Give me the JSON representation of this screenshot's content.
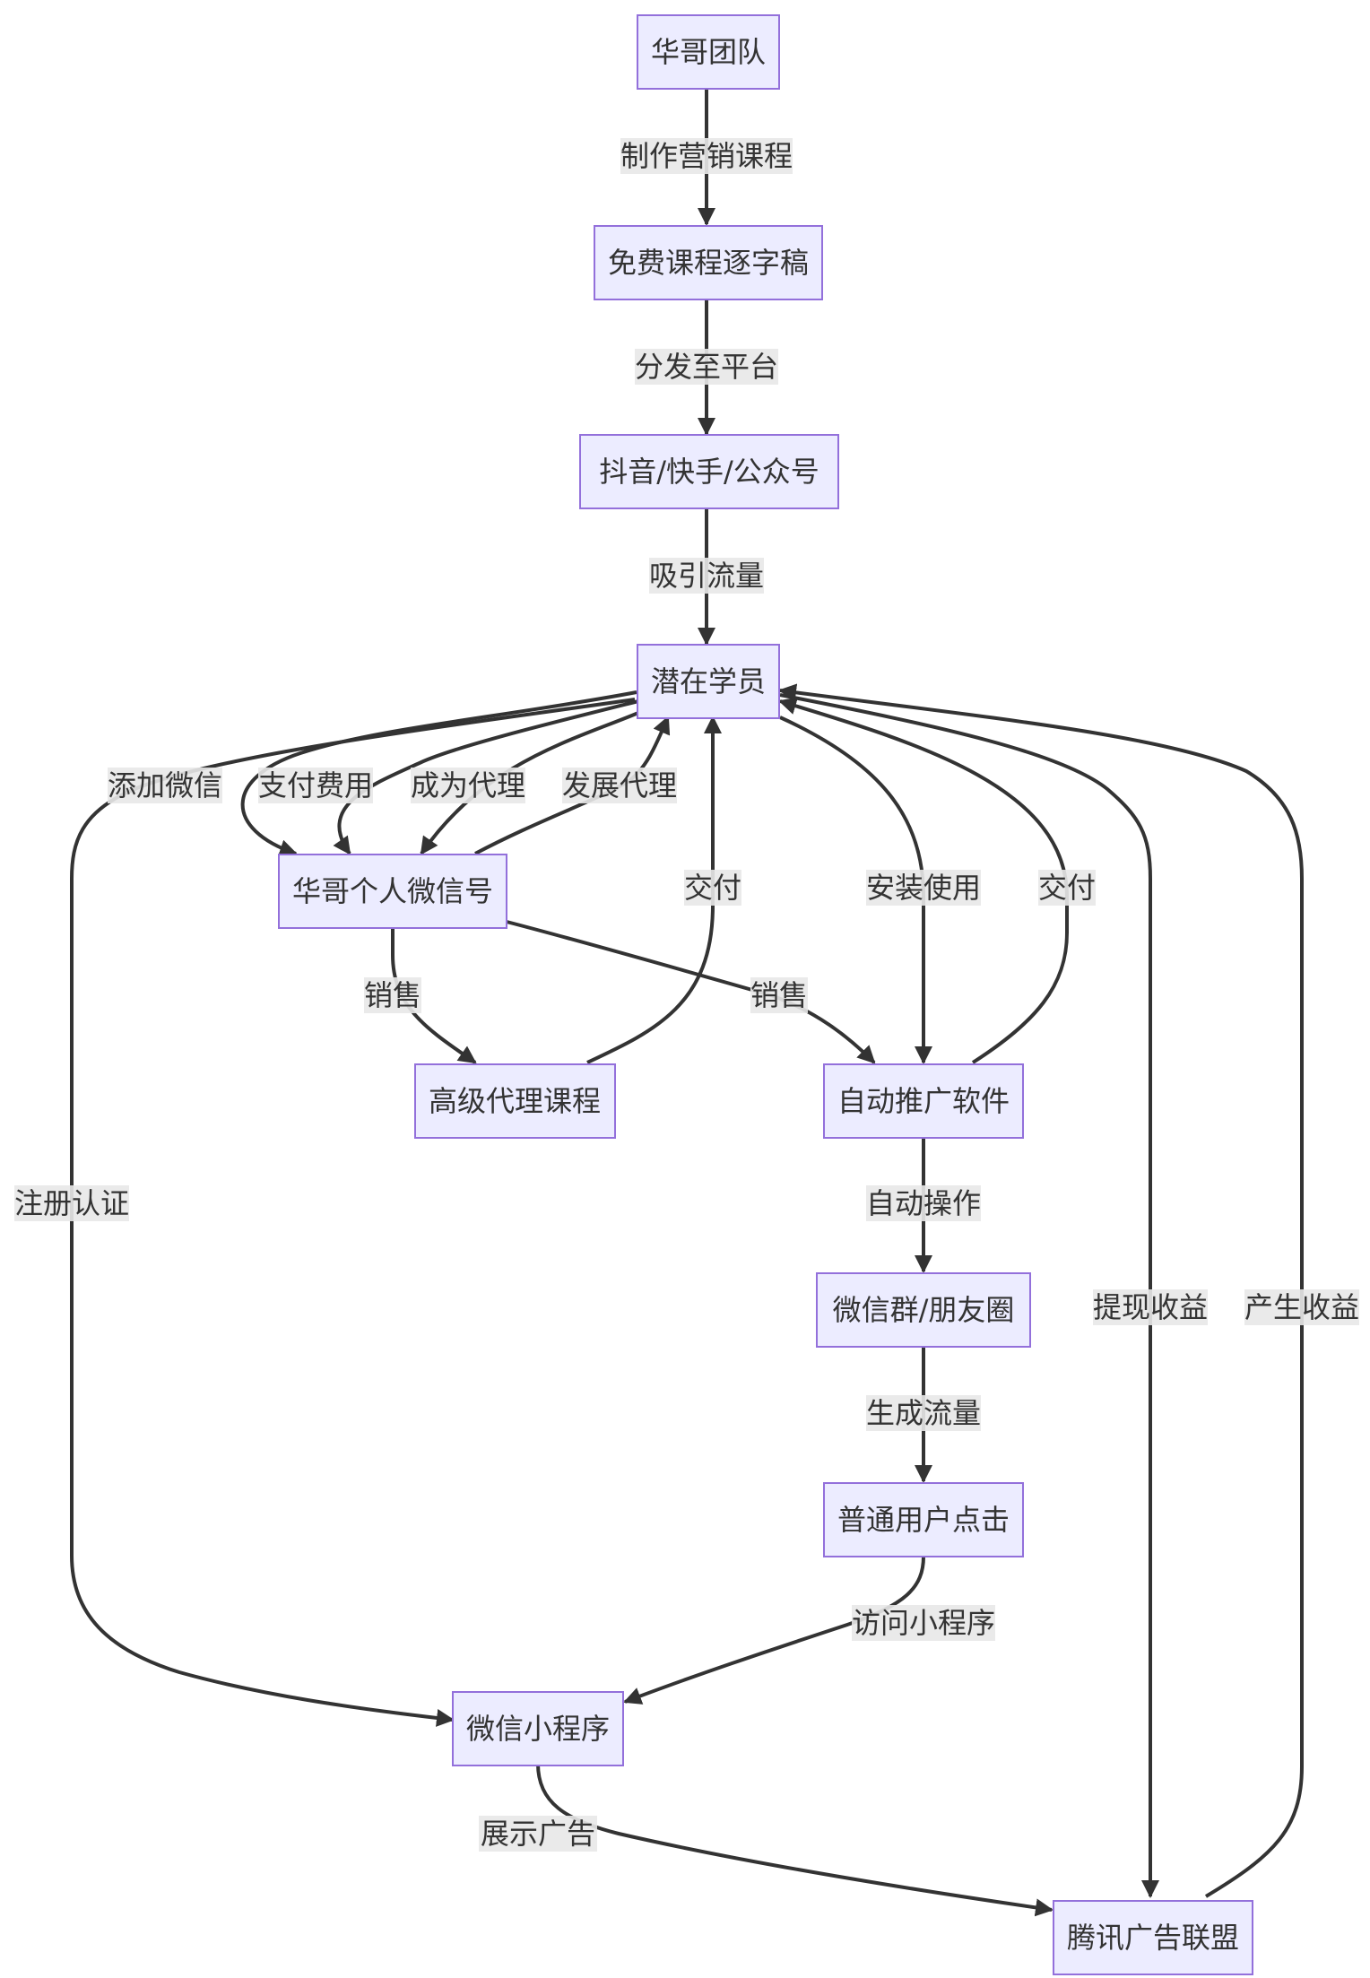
{
  "nodes": {
    "team": "华哥团队",
    "transcript": "免费课程逐字稿",
    "platforms": "抖音/快手/公众号",
    "prospects": "潜在学员",
    "wechat": "华哥个人微信号",
    "course": "高级代理课程",
    "software": "自动推广软件",
    "groups": "微信群/朋友圈",
    "users": "普通用户点击",
    "miniprogram": "微信小程序",
    "adnetwork": "腾讯广告联盟"
  },
  "edges": {
    "make_course": "制作营销课程",
    "distribute": "分发至平台",
    "attract": "吸引流量",
    "add_wechat": "添加微信",
    "pay": "支付费用",
    "become_agent": "成为代理",
    "develop_agent": "发展代理",
    "deliver_course": "交付",
    "install": "安装使用",
    "deliver_software": "交付",
    "sell_course": "销售",
    "sell_software": "销售",
    "register": "注册认证",
    "auto_operate": "自动操作",
    "generate_traffic": "生成流量",
    "visit": "访问小程序",
    "show_ads": "展示广告",
    "withdraw": "提现收益",
    "produce_revenue": "产生收益"
  }
}
